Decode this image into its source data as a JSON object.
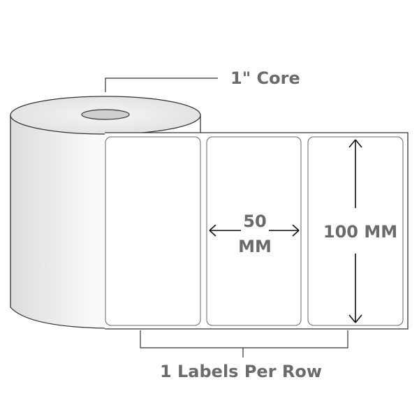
{
  "core_label": "1\" Core",
  "width_value": "50",
  "width_unit": "MM",
  "height_label": "100 MM",
  "labels_per_row": "1 Labels Per Row",
  "colors": {
    "text": "#6b6b6b",
    "outline": "#333333",
    "core": "#cfcfcf"
  }
}
